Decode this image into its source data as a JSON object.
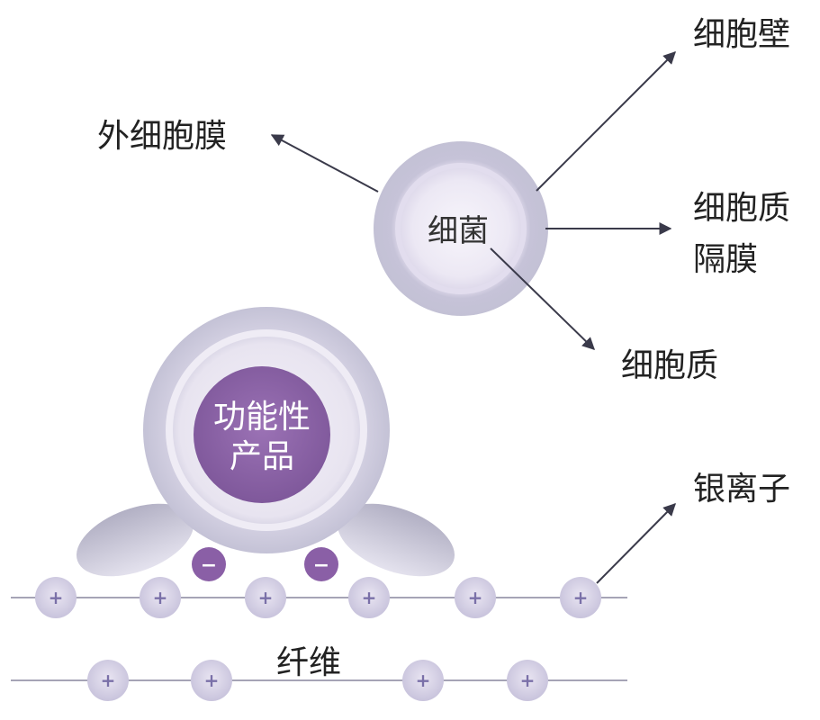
{
  "labels": {
    "cell_wall": "细胞壁",
    "outer_membrane": "外细胞膜",
    "bacteria": "细菌",
    "membrane_line1": "细胞质",
    "membrane_line2": "隔膜",
    "cytoplasm": "细胞质",
    "product_line1": "功能性",
    "product_line2": "产品",
    "silver_ion": "银离子",
    "fiber": "纤维"
  },
  "signs": {
    "negative": "−",
    "positive": "+"
  },
  "colors": {
    "purple_core": "#8e63a8",
    "ring": "#c9c7db",
    "ring_inner": "#eae6f2",
    "line": "#4a4a5a",
    "fiber_line": "#a0a0b0",
    "wing": "#b8b6c8"
  }
}
